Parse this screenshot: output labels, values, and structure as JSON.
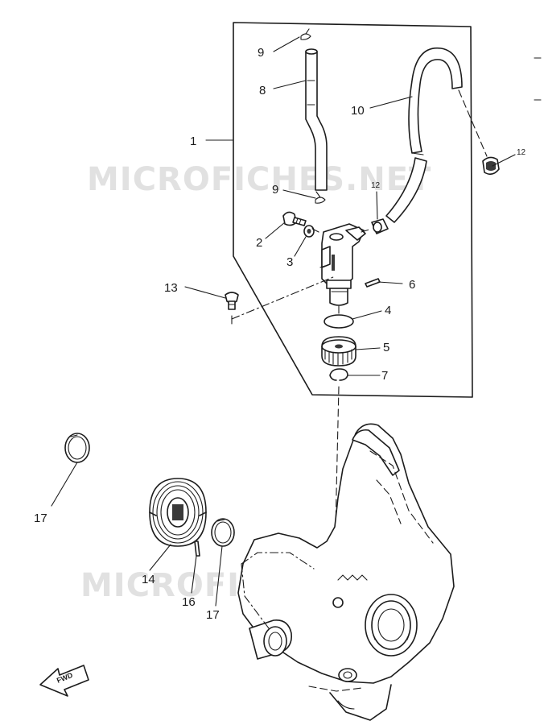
{
  "watermark": {
    "text_top": "MICROFICHES.NET",
    "text_bottom": "MICROFICHES.NET"
  },
  "fwd_label": "FWD",
  "callouts": {
    "c1": "1",
    "c2": "2",
    "c3": "3",
    "c4": "4",
    "c5": "5",
    "c6": "6",
    "c7": "7",
    "c8": "8",
    "c9a": "9",
    "c9b": "9",
    "c10": "10",
    "c12a": "12",
    "c12b": "12",
    "c13": "13",
    "c14": "14",
    "c16": "16",
    "c17a": "17",
    "c17b": "17"
  }
}
